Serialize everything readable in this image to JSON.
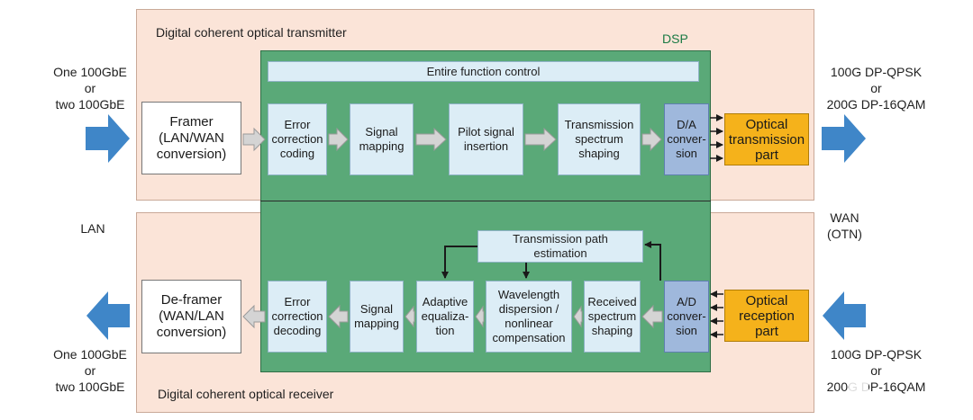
{
  "transmitter": {
    "title": "Digital coherent optical transmitter",
    "dsp_label": "DSP",
    "control": "Entire function control",
    "input_label": "One 100GbE\nor\ntwo 100GbE",
    "output_label": "100G DP-QPSK\nor\n200G DP-16QAM",
    "blocks": {
      "framer": "Framer\n(LAN/WAN\nconversion)",
      "fec": "Error\ncorrection\ncoding",
      "mapping": "Signal\nmapping",
      "pilot": "Pilot signal\ninsertion",
      "shaping": "Transmission\nspectrum\nshaping",
      "da": "D/A\nconver-\nsion",
      "optical": "Optical\ntransmission\npart"
    }
  },
  "receiver": {
    "title": "Digital coherent optical receiver",
    "lan_label": "LAN",
    "wan_label": "WAN\n(OTN)",
    "output_label": "One 100GbE\nor\ntwo 100GbE",
    "input_label": "100G DP-QPSK\nor\n200G DP-16QAM",
    "path_estimation": "Transmission path\nestimation",
    "blocks": {
      "deframer": "De-framer\n(WAN/LAN\nconversion)",
      "fec": "Error\ncorrection\ndecoding",
      "mapping": "Signal\nmapping",
      "equalization": "Adaptive\nequaliza-\ntion",
      "compensation": "Wavelength\ndispersion /\nnonlinear\ncompensation",
      "shaping": "Received\nspectrum\nshaping",
      "ad": "A/D\nconver-\nsion",
      "optical": "Optical\nreception\npart"
    }
  },
  "colors": {
    "panel": "#fbe4d8",
    "dsp": "#5aa978",
    "block": "#dcedf6",
    "converter": "#9fb8dc",
    "optical": "#f5b21b",
    "big_arrow": "#3f86c8"
  }
}
